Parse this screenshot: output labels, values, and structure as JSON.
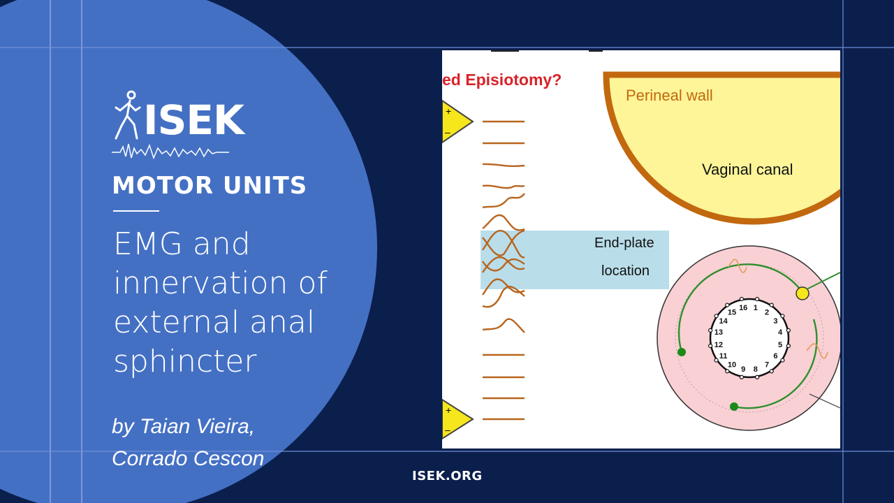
{
  "brand": {
    "logo_text": "ISEK",
    "site": "ISEK.ORG"
  },
  "section_label": "MOTOR UNITS",
  "title_lines": [
    "EMG and",
    "innervation of",
    "external anal",
    "sphincter"
  ],
  "author_lines": [
    "by Taian Vieira,",
    "Corrado Cescon"
  ],
  "figure": {
    "question": "ed Episiotomy?",
    "perineal_wall": "Perineal wall",
    "vaginal_canal": "Vaginal canal",
    "endplate_line1": "End-plate",
    "endplate_line2": "location",
    "electrode_numbers": [
      "1",
      "2",
      "3",
      "4",
      "5",
      "6",
      "7",
      "8",
      "9",
      "10",
      "11",
      "12",
      "13",
      "14",
      "15",
      "16"
    ],
    "plus": "+",
    "minus": "–"
  },
  "colors": {
    "navy": "#0b1f4d",
    "circle_blue": "#4470c4",
    "guide_line": "#6f8fd8",
    "accent_red": "#d8232a",
    "signal_brown": "#b8651f"
  }
}
